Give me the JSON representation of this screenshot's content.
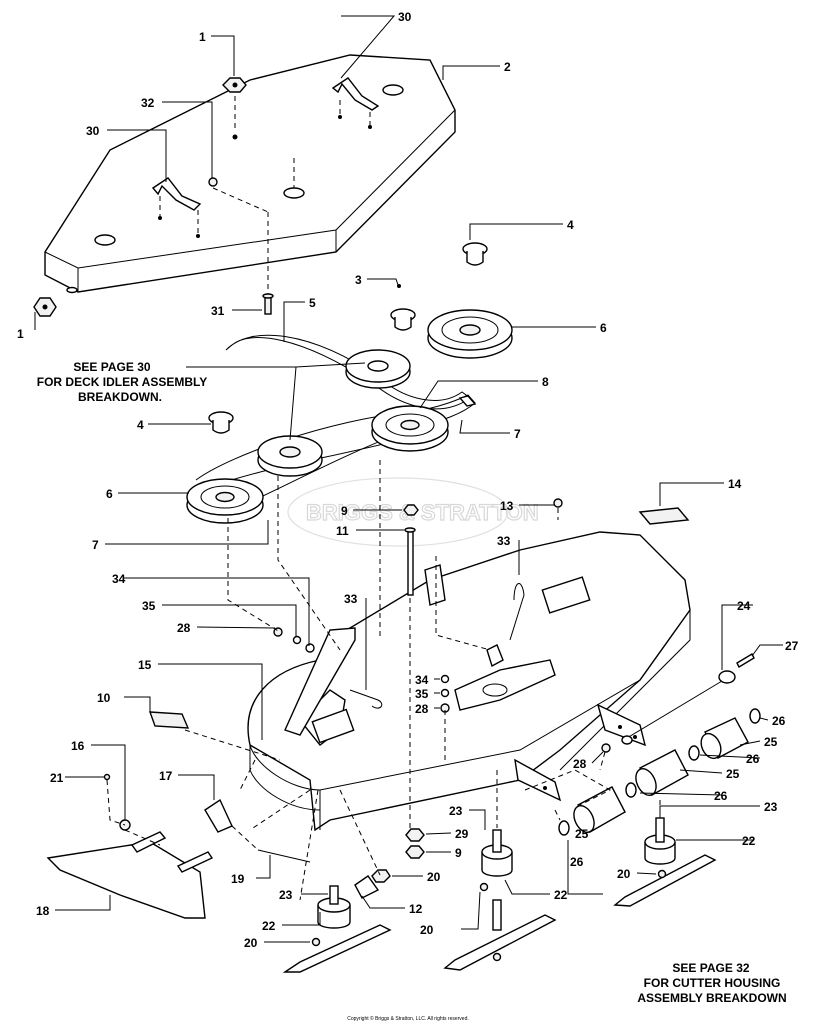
{
  "callouts": {
    "c1a": "1",
    "c1b": "1",
    "c2": "2",
    "c3": "3",
    "c4a": "4",
    "c4b": "4",
    "c5": "5",
    "c6a": "6",
    "c6b": "6",
    "c7a": "7",
    "c7b": "7",
    "c8": "8",
    "c9a": "9",
    "c9b": "9",
    "c10": "10",
    "c11": "11",
    "c12": "12",
    "c13": "13",
    "c14": "14",
    "c15": "15",
    "c16": "16",
    "c17": "17",
    "c18": "18",
    "c19": "19",
    "c20a": "20",
    "c20b": "20",
    "c20c": "20",
    "c20d": "20",
    "c21": "21",
    "c22a": "22",
    "c22b": "22",
    "c22c": "22",
    "c23a": "23",
    "c23b": "23",
    "c23c": "23",
    "c24": "24",
    "c25a": "25",
    "c25b": "25",
    "c25c": "25",
    "c26a": "26",
    "c26b": "26",
    "c26c": "26",
    "c26d": "26",
    "c27": "27",
    "c28a": "28",
    "c28b": "28",
    "c28c": "28",
    "c29": "29",
    "c30a": "30",
    "c30b": "30",
    "c31": "31",
    "c32": "32",
    "c33a": "33",
    "c33b": "33",
    "c34a": "34",
    "c34b": "34",
    "c35a": "35",
    "c35b": "35"
  },
  "notes": {
    "deck_idler": [
      "SEE PAGE 30",
      "FOR DECK IDLER ASSEMBLY",
      "BREAKDOWN."
    ],
    "cutter_housing": [
      "SEE PAGE 32",
      "FOR CUTTER HOUSING",
      "ASSEMBLY BREAKDOWN"
    ]
  },
  "watermark": "BRIGGS & STRATTON",
  "copyright": "Copyright © Briggs & Stratton, LLC. All rights reserved."
}
